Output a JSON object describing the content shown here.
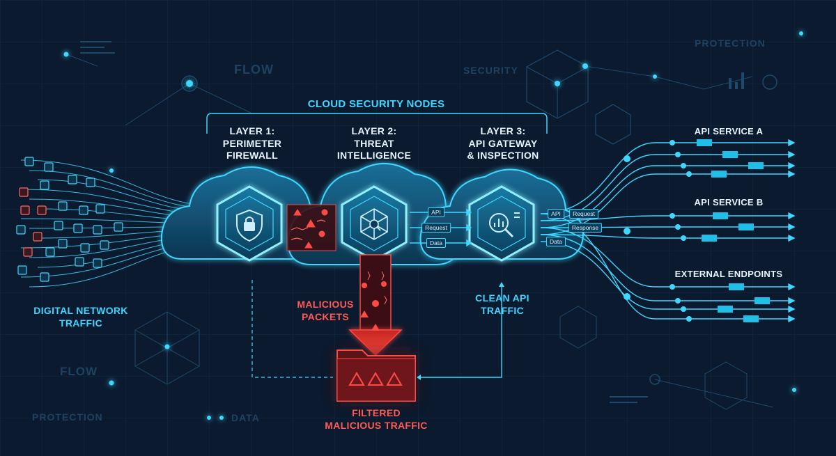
{
  "header": {
    "title": "CLOUD SECURITY NODES"
  },
  "layers": [
    {
      "title": "LAYER 1:",
      "line2": "PERIMETER",
      "line3": "FIREWALL",
      "icon": "shield-lock-icon"
    },
    {
      "title": "LAYER 2:",
      "line2": "THREAT",
      "line3": "INTELLIGENCE",
      "icon": "network-search-icon"
    },
    {
      "title": "LAYER 3:",
      "line2": "API GATEWAY",
      "line3": "& INSPECTION",
      "icon": "analytics-magnifier-icon"
    }
  ],
  "source": {
    "line1": "DIGITAL NETWORK",
    "line2": "TRAFFIC"
  },
  "outputs": [
    {
      "label": "API SERVICE A"
    },
    {
      "label": "API SERVICE B"
    },
    {
      "label": "EXTERNAL ENDPOINTS"
    }
  ],
  "malicious": {
    "line1": "MALICIOUS",
    "line2": "PACKETS"
  },
  "clean": {
    "line1": "CLEAN API",
    "line2": "TRAFFIC"
  },
  "filtered": {
    "line1": "FILTERED",
    "line2": "MALICIOUS TRAFFIC"
  },
  "tags_between_2_3": [
    "API",
    "Request",
    "Data"
  ],
  "tags_after_3": [
    "API",
    "Request",
    "Response",
    "Data"
  ],
  "background_words": [
    "FLOW",
    "SECURITY",
    "PROTECTION",
    "FLOW",
    "PROTECTION",
    "DATA"
  ],
  "colors": {
    "background": "#0b1a2e",
    "accent": "#3fd7ff",
    "danger": "#ff4b44",
    "text": "#e8f4ff"
  }
}
